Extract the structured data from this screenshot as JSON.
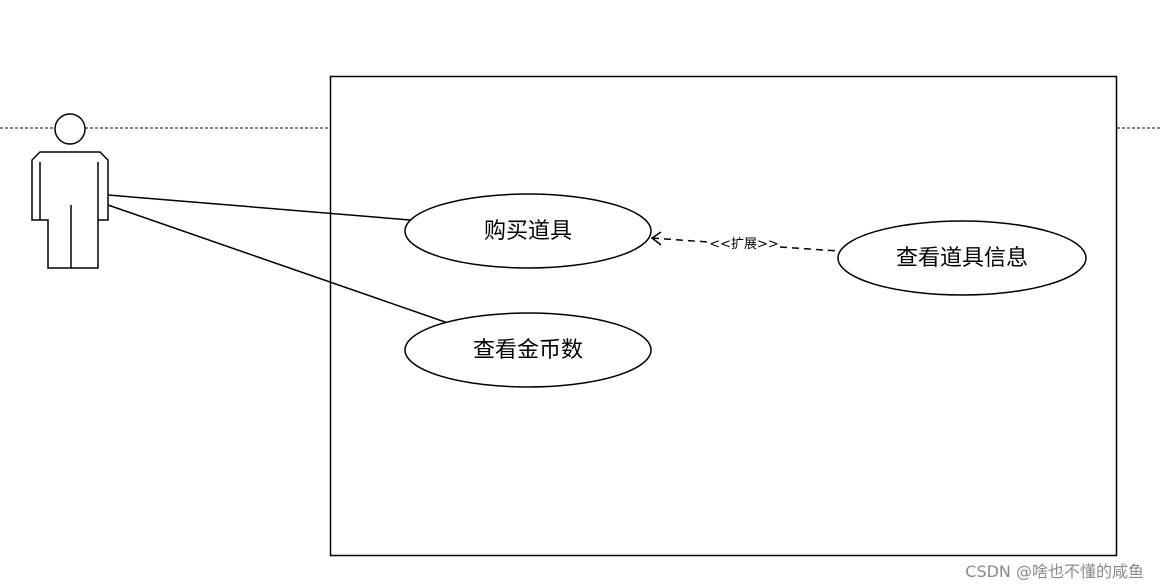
{
  "use_cases": {
    "buy_items": "购买道具",
    "view_item_info": "查看道具信息",
    "view_coins": "查看金币数"
  },
  "relations": {
    "extend_label": "<<扩展>>"
  },
  "watermark": "CSDN @啥也不懂的咸鱼",
  "colors": {
    "line": "#000000",
    "background": "#ffffff",
    "watermark": "#8a8a8a"
  }
}
